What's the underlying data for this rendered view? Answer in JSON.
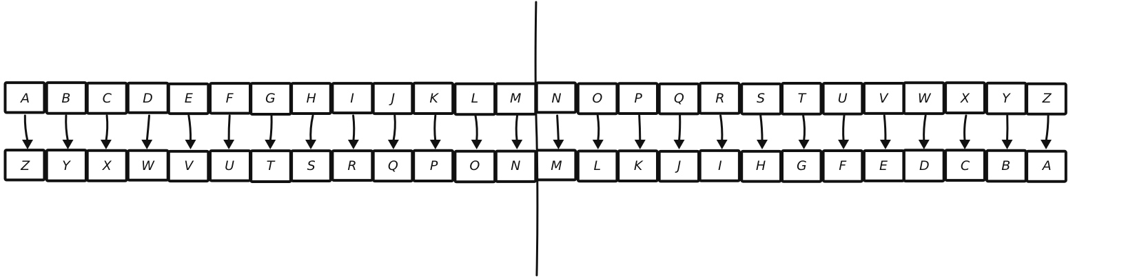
{
  "diagram": {
    "type": "atbash-cipher-mapping",
    "plain_row": [
      "A",
      "B",
      "C",
      "D",
      "E",
      "F",
      "G",
      "H",
      "I",
      "J",
      "K",
      "L",
      "M",
      "N",
      "O",
      "P",
      "Q",
      "R",
      "S",
      "T",
      "U",
      "V",
      "W",
      "X",
      "Y",
      "Z"
    ],
    "cipher_row": [
      "Z",
      "Y",
      "X",
      "W",
      "V",
      "U",
      "T",
      "S",
      "R",
      "Q",
      "P",
      "O",
      "N",
      "M",
      "L",
      "K",
      "J",
      "I",
      "H",
      "G",
      "F",
      "E",
      "D",
      "C",
      "B",
      "A"
    ],
    "mapping": [
      {
        "from": "A",
        "to": "Z"
      },
      {
        "from": "B",
        "to": "Y"
      },
      {
        "from": "C",
        "to": "X"
      },
      {
        "from": "D",
        "to": "W"
      },
      {
        "from": "E",
        "to": "V"
      },
      {
        "from": "F",
        "to": "U"
      },
      {
        "from": "G",
        "to": "T"
      },
      {
        "from": "H",
        "to": "S"
      },
      {
        "from": "I",
        "to": "R"
      },
      {
        "from": "J",
        "to": "Q"
      },
      {
        "from": "K",
        "to": "P"
      },
      {
        "from": "L",
        "to": "O"
      },
      {
        "from": "M",
        "to": "N"
      },
      {
        "from": "N",
        "to": "M"
      },
      {
        "from": "O",
        "to": "L"
      },
      {
        "from": "P",
        "to": "K"
      },
      {
        "from": "Q",
        "to": "J"
      },
      {
        "from": "R",
        "to": "I"
      },
      {
        "from": "S",
        "to": "H"
      },
      {
        "from": "T",
        "to": "G"
      },
      {
        "from": "U",
        "to": "F"
      },
      {
        "from": "V",
        "to": "E"
      },
      {
        "from": "W",
        "to": "D"
      },
      {
        "from": "X",
        "to": "C"
      },
      {
        "from": "Y",
        "to": "B"
      },
      {
        "from": "Z",
        "to": "A"
      }
    ],
    "colors": {
      "stroke": "#111111",
      "fill": "#ffffff",
      "background": "#ffffff"
    }
  }
}
